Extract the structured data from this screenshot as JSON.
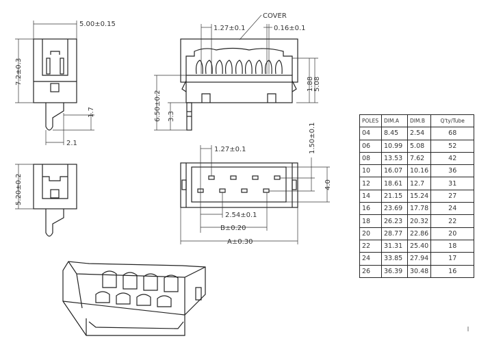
{
  "dimensions": {
    "width_top": "5.00±0.15",
    "height_top": "7.2±0.3",
    "pin_offset_v": "1.7",
    "pin_offset_h": "2.1",
    "height_bottom": "5.20±0.2",
    "cover_label": "COVER",
    "pitch_side": "1.27±0.1",
    "contact_width": "0.16±0.1",
    "total_height": "6.50±0.2",
    "pin_length": "3.3",
    "dim_188": "1.88",
    "dim_508": "5.08",
    "pitch_plan": "1.27±0.1",
    "row_spacing": "1.50±0.1",
    "body_width": "4.0",
    "pitch_row": "2.54±0.1",
    "dim_b": "B±0.20",
    "dim_a": "A±0.30"
  },
  "table": {
    "headers": [
      "POLES",
      "DIM.A",
      "DIM.B",
      "Q'ty/Tube"
    ],
    "rows": [
      [
        "04",
        "8.45",
        "2.54",
        "68"
      ],
      [
        "06",
        "10.99",
        "5.08",
        "52"
      ],
      [
        "08",
        "13.53",
        "7.62",
        "42"
      ],
      [
        "10",
        "16.07",
        "10.16",
        "36"
      ],
      [
        "12",
        "18.61",
        "12.7",
        "31"
      ],
      [
        "14",
        "21.15",
        "15.24",
        "27"
      ],
      [
        "16",
        "23.69",
        "17.78",
        "24"
      ],
      [
        "18",
        "26.23",
        "20.32",
        "22"
      ],
      [
        "20",
        "28.77",
        "22.86",
        "20"
      ],
      [
        "22",
        "31.31",
        "25.40",
        "18"
      ],
      [
        "24",
        "33.85",
        "27.94",
        "17"
      ],
      [
        "26",
        "36.39",
        "30.48",
        "16"
      ]
    ]
  }
}
